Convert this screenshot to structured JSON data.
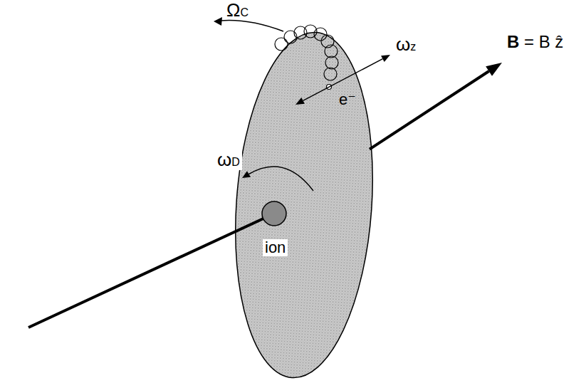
{
  "diagram": {
    "labels": [
      "ΩC",
      "ωz",
      "e⁻",
      "ωD",
      "ion",
      "B = B ẑ"
    ]
  }
}
